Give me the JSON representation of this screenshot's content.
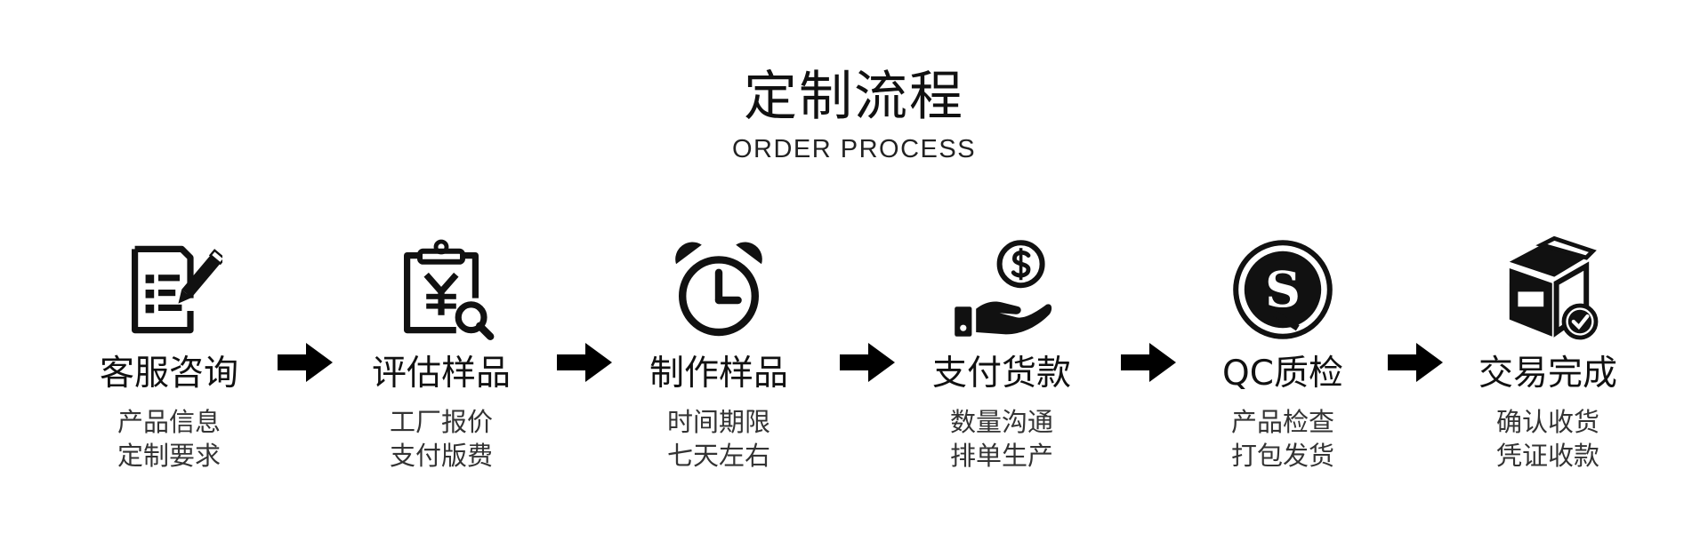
{
  "header": {
    "title": "定制流程",
    "subtitle": "ORDER PROCESS"
  },
  "steps": [
    {
      "title": "客服咨询",
      "desc1": "产品信息",
      "desc2": "定制要求",
      "icon": "document-edit-icon"
    },
    {
      "title": "评估样品",
      "desc1": "工厂报价",
      "desc2": "支付版费",
      "icon": "clipboard-yen-search-icon"
    },
    {
      "title": "制作样品",
      "desc1": "时间期限",
      "desc2": "七天左右",
      "icon": "alarm-clock-icon"
    },
    {
      "title": "支付货款",
      "desc1": "数量沟通",
      "desc2": "排单生产",
      "icon": "hand-coin-icon"
    },
    {
      "title": "QC质检",
      "desc1": "产品检查",
      "desc2": "打包发货",
      "icon": "quality-seal-icon"
    },
    {
      "title": "交易完成",
      "desc1": "确认收货",
      "desc2": "凭证收款",
      "icon": "box-check-icon"
    }
  ],
  "colors": {
    "icon": "#111111",
    "text": "#111111",
    "background": "#ffffff"
  }
}
